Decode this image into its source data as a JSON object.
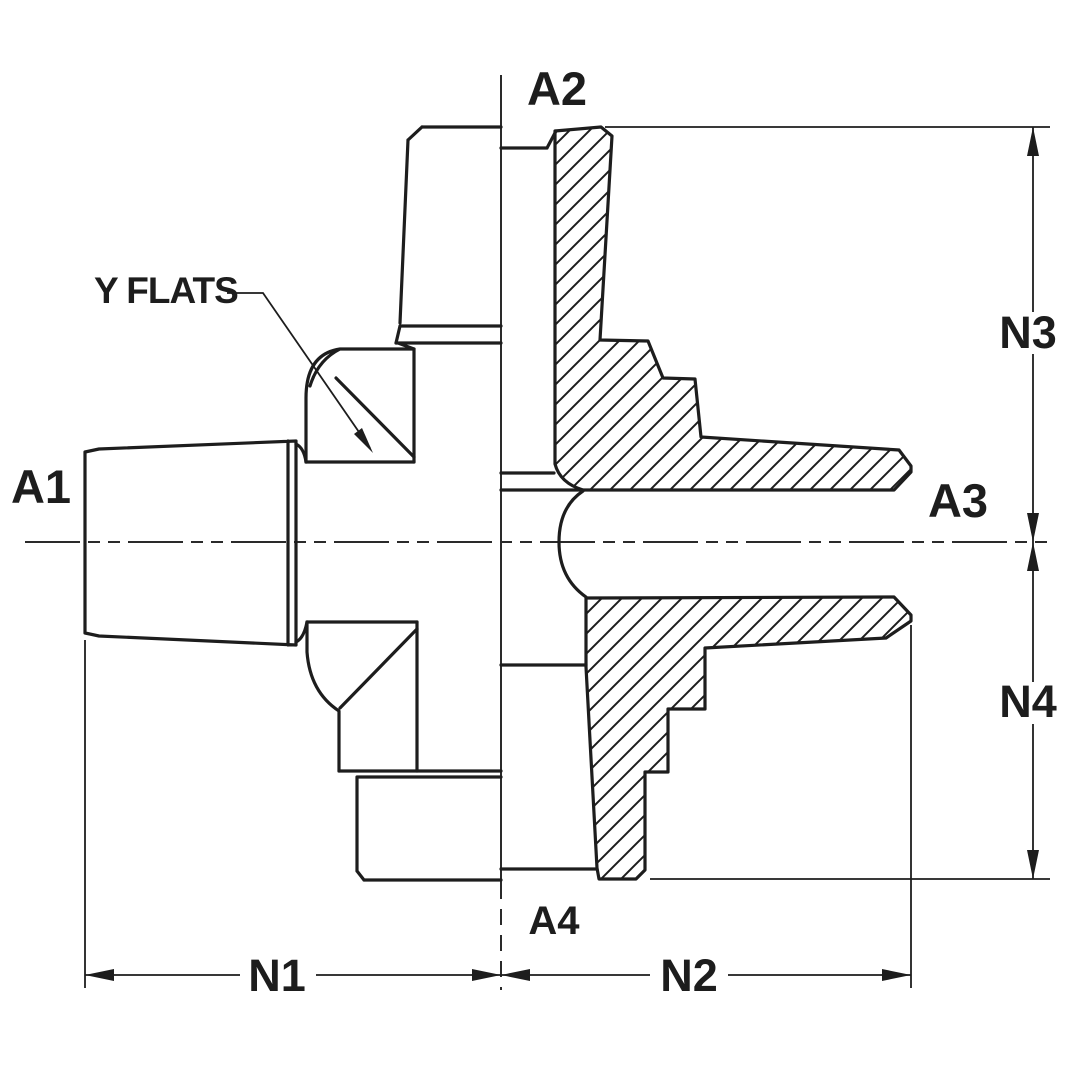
{
  "drawing": {
    "type": "engineering-cross-fitting-half-section",
    "port_labels": {
      "a1": "A1",
      "a2": "A2",
      "a3": "A3",
      "a4": "A4"
    },
    "dimension_labels": {
      "n1": "N1",
      "n2": "N2",
      "n3": "N3",
      "n4": "N4"
    },
    "annotation": {
      "y_flats": "Y FLATS"
    },
    "colors": {
      "line": "#1d1d1d",
      "background": "#ffffff"
    }
  }
}
